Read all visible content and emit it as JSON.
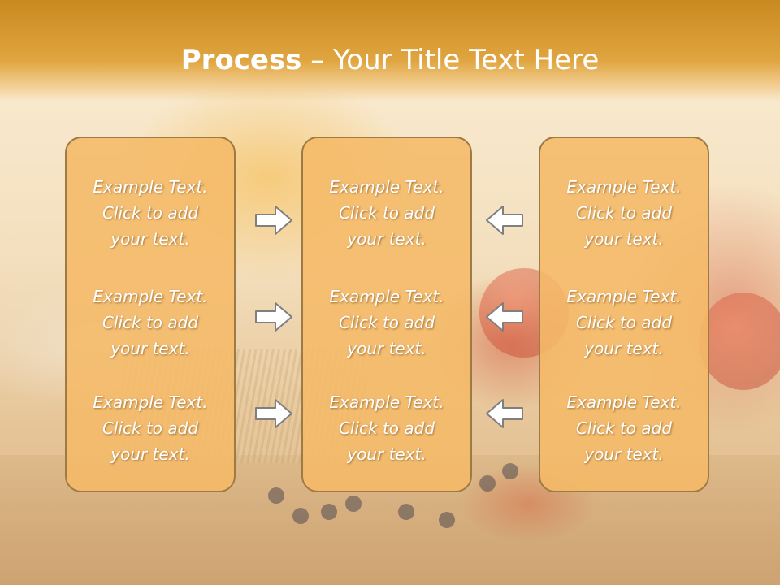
{
  "slide": {
    "title_bold": "Process",
    "title_rest": " – Your Title Text Here"
  },
  "columns": [
    {
      "items": [
        {
          "line1": "Example Text.",
          "line2": "Click  to add",
          "line3": "your text."
        },
        {
          "line1": "Example Text.",
          "line2": "Click  to add",
          "line3": "your text."
        },
        {
          "line1": "Example Text.",
          "line2": "Click  to add",
          "line3": "your text."
        }
      ]
    },
    {
      "items": [
        {
          "line1": "Example Text.",
          "line2": "Click  to add",
          "line3": "your text."
        },
        {
          "line1": "Example Text.",
          "line2": "Click  to add",
          "line3": "your text."
        },
        {
          "line1": "Example Text.",
          "line2": "Click  to add",
          "line3": "your text."
        }
      ]
    },
    {
      "items": [
        {
          "line1": "Example Text.",
          "line2": "Click  to add",
          "line3": "your text."
        },
        {
          "line1": "Example Text.",
          "line2": "Click  to add",
          "line3": "your text."
        },
        {
          "line1": "Example Text.",
          "line2": "Click  to add",
          "line3": "your text."
        }
      ]
    }
  ],
  "arrows": {
    "left_to_middle": "arrow-right-icon",
    "right_to_middle": "arrow-left-icon"
  },
  "colors": {
    "title_band": "#d99a2e",
    "box_fill": "#f5ba68",
    "box_border": "#9e7a45",
    "text": "#ffffff",
    "arrow_fill": "#ffffff",
    "arrow_stroke": "#7f7f7f"
  }
}
